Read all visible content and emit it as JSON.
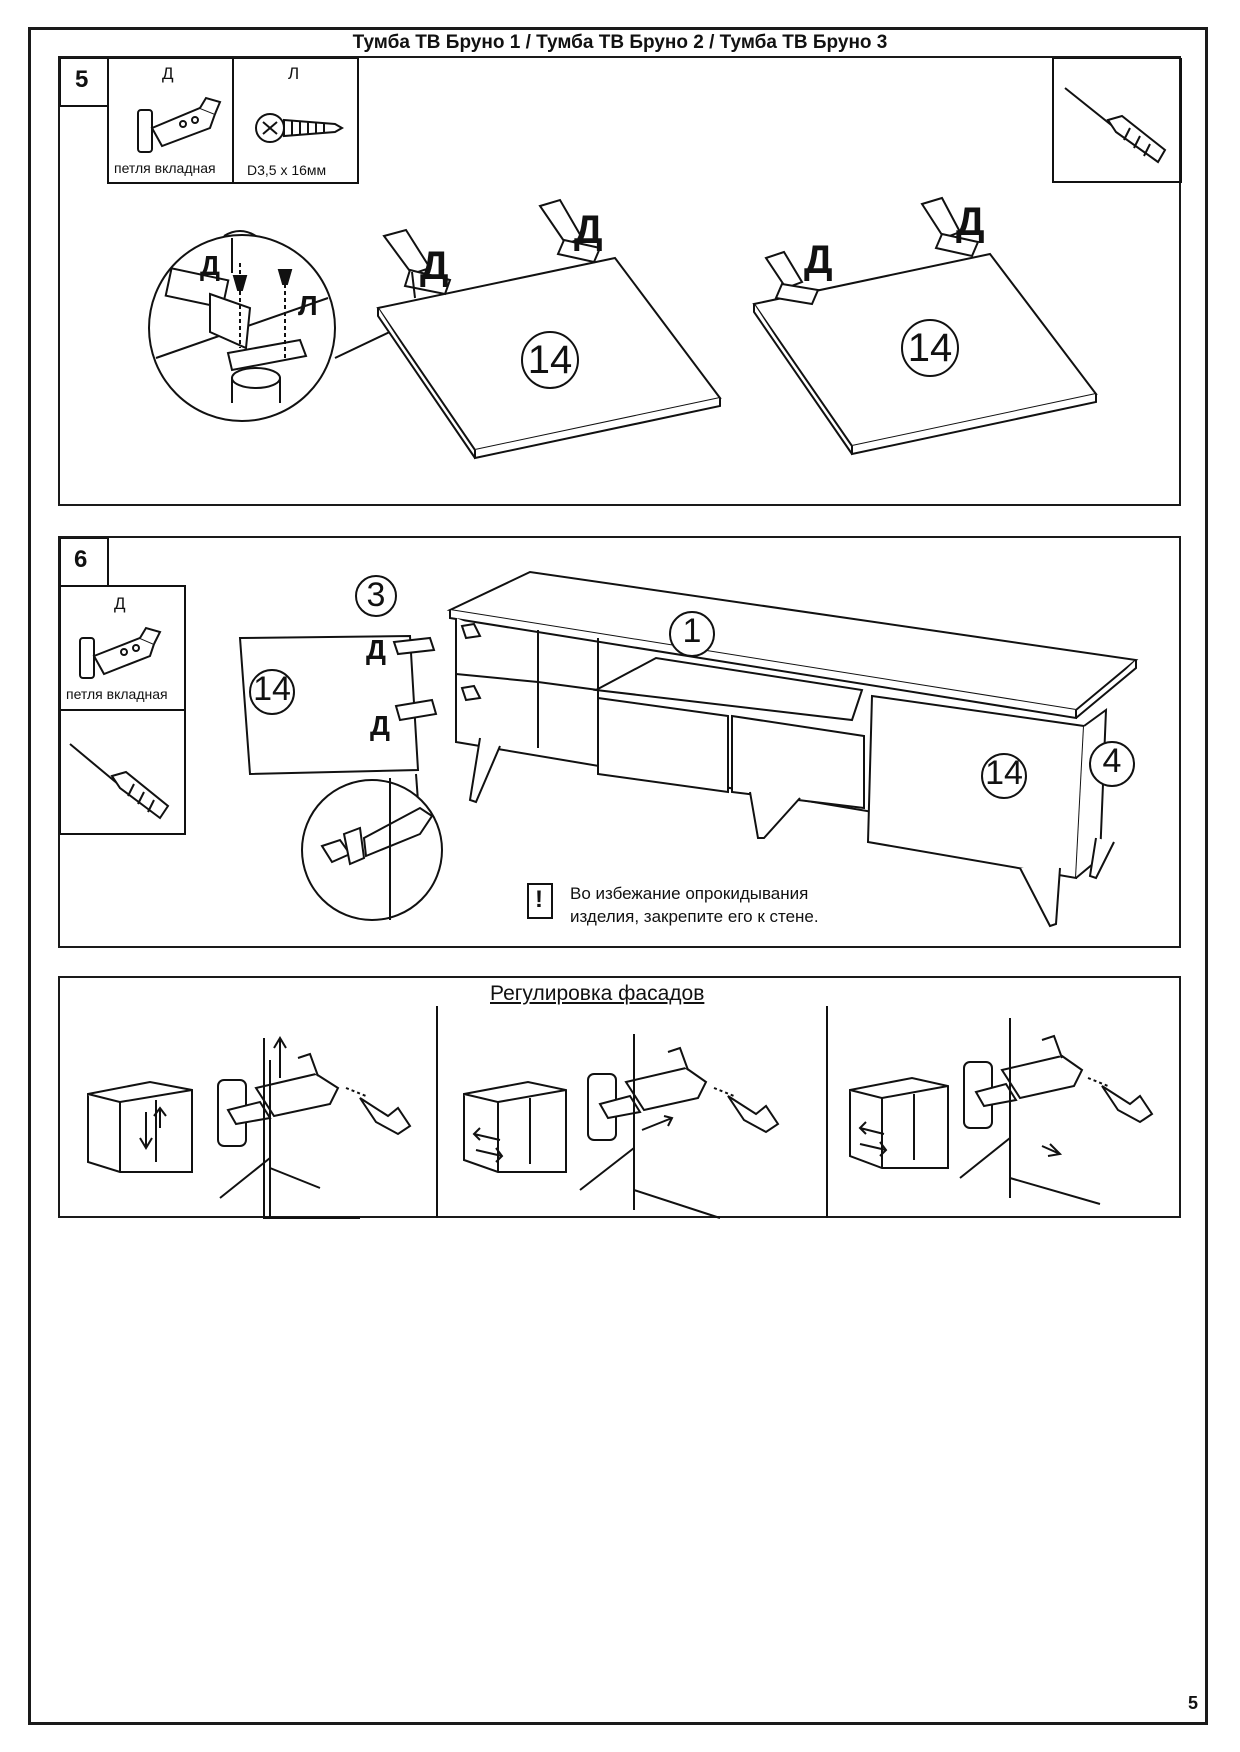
{
  "document": {
    "title": "Тумба ТВ Бруно 1 / Тумба ТВ Бруно 2 / Тумба ТВ Бруно 3",
    "page_number": "5"
  },
  "step5": {
    "number": "5",
    "parts": [
      {
        "letter": "Д",
        "caption": "петля вкладная",
        "icon": "hinge-icon"
      },
      {
        "letter": "Л",
        "caption": "D3,5 x 16мм",
        "icon": "screw-icon"
      }
    ],
    "tool_icon": "screwdriver-icon",
    "detail_labels": {
      "hinge": "Д",
      "screw": "Л"
    },
    "panel_a": {
      "part": "14",
      "hinge_label_1": "Д",
      "hinge_label_2": "Д"
    },
    "panel_b": {
      "part": "14",
      "hinge_label_1": "Д",
      "hinge_label_2": "Д"
    }
  },
  "step6": {
    "number": "6",
    "parts": [
      {
        "letter": "Д",
        "caption": "петля вкладная",
        "icon": "hinge-icon"
      }
    ],
    "tool_icon": "screwdriver-icon",
    "door_part": "14",
    "side_part": "3",
    "top_part": "1",
    "right_door_part": "14",
    "right_side_part": "4",
    "hinge_label_top": "Д",
    "hinge_label_bottom": "Д",
    "warning_icon": "!",
    "warning_line1": "Во избежание опрокидывания",
    "warning_line2": "изделия, закрепите его к стене."
  },
  "adjustment": {
    "title": "Регулировка фасадов",
    "sections": [
      {
        "icon": "vertical-adjust-icon"
      },
      {
        "icon": "horizontal-adjust-icon"
      },
      {
        "icon": "depth-adjust-icon"
      }
    ]
  }
}
